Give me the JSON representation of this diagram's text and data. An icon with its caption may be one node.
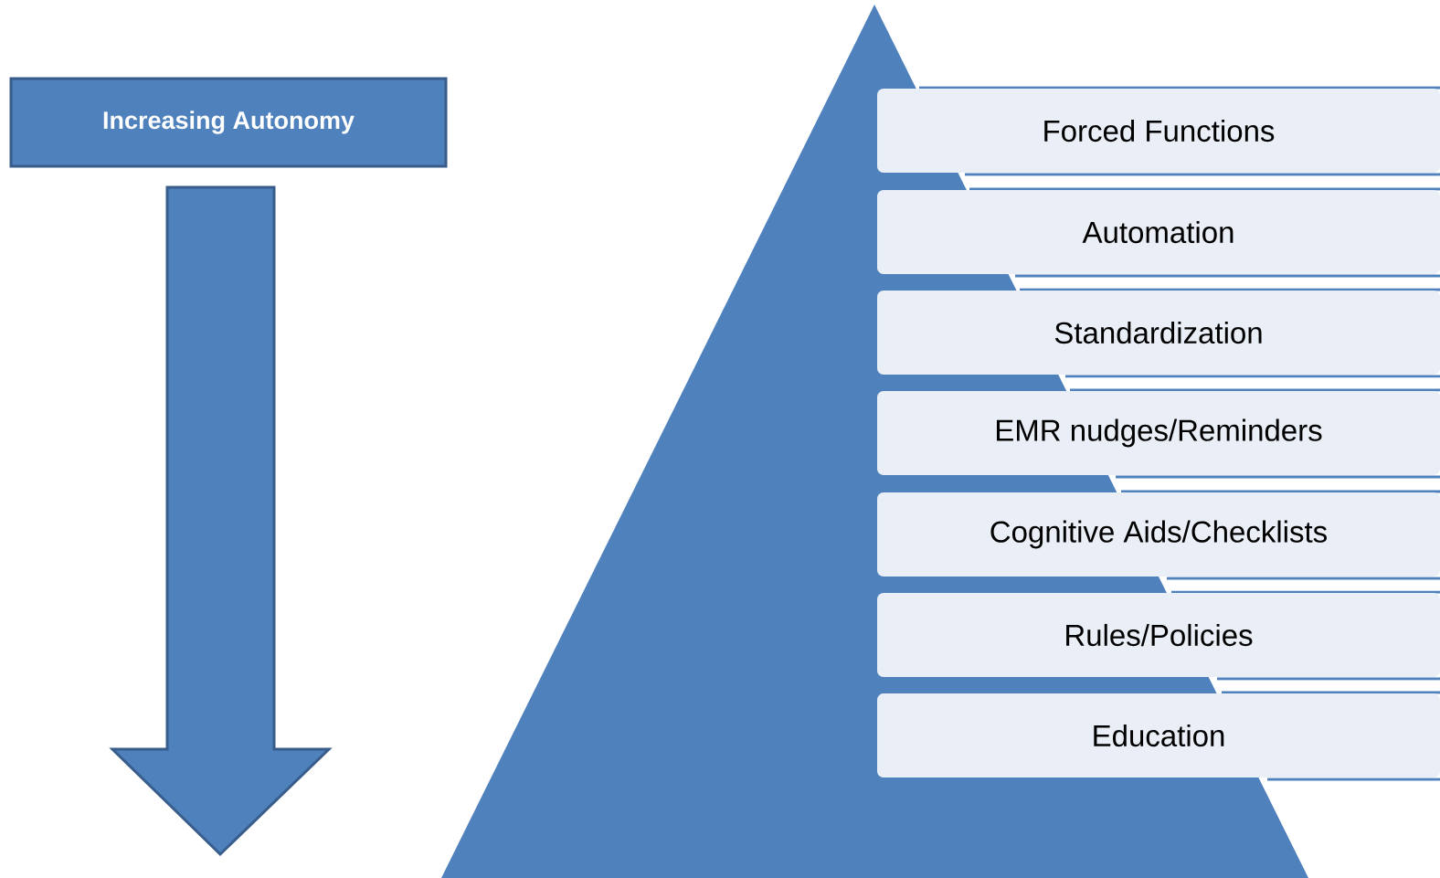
{
  "diagram": {
    "nodes": [
      {
        "text": [
          "Increasing Autonomy"
        ]
      },
      {
        "text": [
          "Forced Functions"
        ]
      },
      {
        "text": [
          "Automation"
        ]
      },
      {
        "text": [
          "Standardization"
        ]
      },
      {
        "text": [
          "EMR nudges/Reminders"
        ]
      },
      {
        "text": [
          "Cognitive Aids/Checklists"
        ]
      },
      {
        "text": [
          "Rules/Policies"
        ]
      },
      {
        "text": [
          "Education"
        ]
      }
    ]
  }
}
